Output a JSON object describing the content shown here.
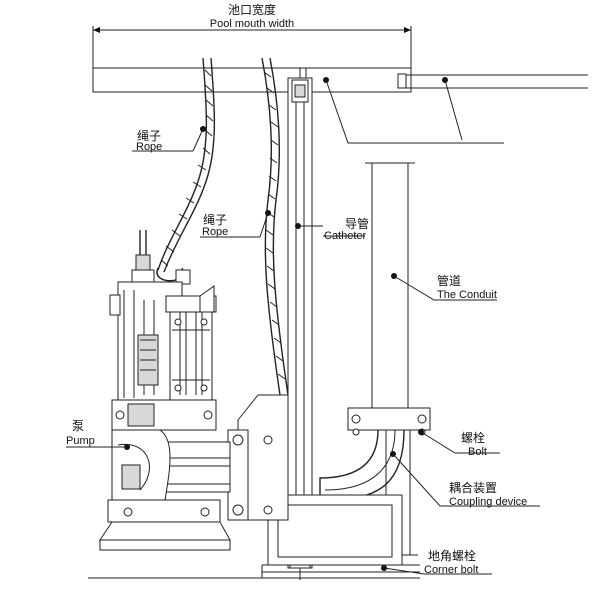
{
  "labels": {
    "pool_width_cn": "池口宽度",
    "pool_width_en": "Pool mouth width",
    "rope1_cn": "绳子",
    "rope1_en": "Rope",
    "rope2_cn": "绳子",
    "rope2_en": "Rope",
    "catheter_cn": "导管",
    "catheter_en": "Catheter",
    "conduit_cn": "管道",
    "conduit_en": "The Conduit",
    "pump_cn": "泵",
    "pump_en": "Pump",
    "bolt_cn": "螺栓",
    "bolt_en": "Bolt",
    "coupling_cn": "耦合装置",
    "coupling_en": "Coupling device",
    "corner_bolt_cn": "地角螺栓",
    "corner_bolt_en": "Corner bolt"
  },
  "colors": {
    "line": "#222222",
    "background": "#ffffff"
  }
}
